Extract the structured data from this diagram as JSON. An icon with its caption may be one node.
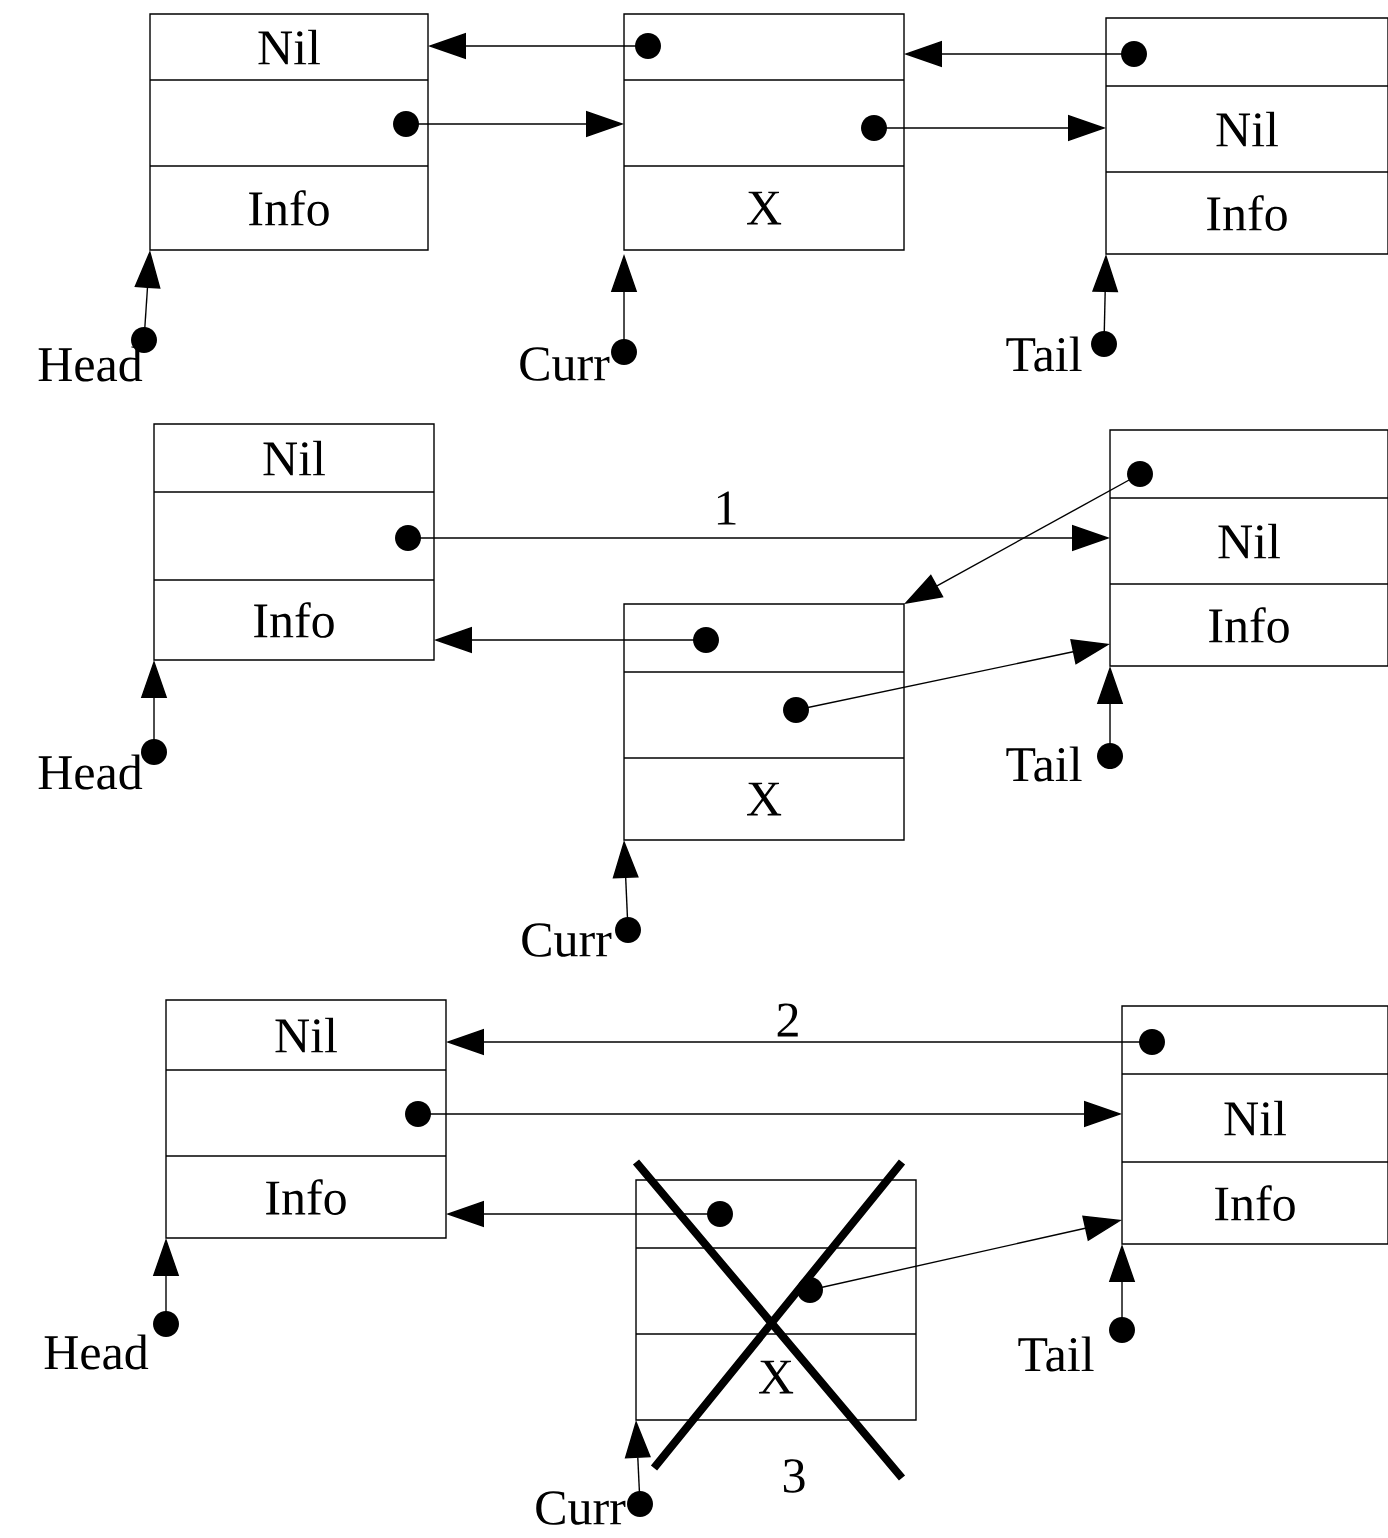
{
  "diagram": {
    "nodes": [
      {
        "text": [
          "Nil",
          "Info"
        ]
      },
      {
        "text": [
          "X"
        ]
      },
      {
        "text": [
          "Nil",
          "Info"
        ]
      },
      {
        "text": [
          "Head"
        ]
      },
      {
        "text": [
          "Curr"
        ]
      },
      {
        "text": [
          "Tail"
        ]
      },
      {
        "text": [
          "Nil",
          "Info"
        ]
      },
      {
        "text": [
          "Nil",
          "Info"
        ]
      },
      {
        "text": [
          "X"
        ]
      },
      {
        "text": [
          "Head"
        ]
      },
      {
        "text": [
          "Tail"
        ]
      },
      {
        "text": [
          "Curr"
        ]
      },
      {
        "text": [
          "Nil",
          "Info"
        ]
      },
      {
        "text": [
          "Nil",
          "Info"
        ]
      },
      {
        "text": [
          "X"
        ],
        "beside": [
          "3"
        ]
      },
      {
        "text": [
          "Head"
        ]
      },
      {
        "text": [
          "Tail"
        ]
      },
      {
        "text": [
          "Curr"
        ]
      }
    ],
    "edges": [
      {
        "from": 1,
        "to": 0,
        "arrow": "to"
      },
      {
        "from": 0,
        "to": 1,
        "arrow": "to"
      },
      {
        "from": 2,
        "to": 1,
        "arrow": "to"
      },
      {
        "from": 1,
        "to": 2,
        "arrow": "to"
      },
      {
        "from": 3,
        "to": 0,
        "arrow": "to"
      },
      {
        "from": 4,
        "to": 1,
        "arrow": "to"
      },
      {
        "from": 5,
        "to": 2,
        "arrow": "to"
      },
      {
        "from": 6,
        "to": 7,
        "arrow": "to",
        "label": "1"
      },
      {
        "from": 7,
        "to": 8,
        "arrow": "to"
      },
      {
        "from": 8,
        "to": 6,
        "arrow": "to"
      },
      {
        "from": 8,
        "to": 7,
        "arrow": "to"
      },
      {
        "from": 9,
        "to": 6,
        "arrow": "to"
      },
      {
        "from": 10,
        "to": 7,
        "arrow": "to"
      },
      {
        "from": 11,
        "to": 8,
        "arrow": "to"
      },
      {
        "from": 13,
        "to": 12,
        "arrow": "to",
        "label": "2"
      },
      {
        "from": 12,
        "to": 13,
        "arrow": "to"
      },
      {
        "from": 14,
        "to": 12,
        "arrow": "to"
      },
      {
        "from": 14,
        "to": 13,
        "arrow": "to"
      },
      {
        "from": 15,
        "to": 12,
        "arrow": "to"
      },
      {
        "from": 16,
        "to": 13,
        "arrow": "to"
      },
      {
        "from": 17,
        "to": 14,
        "arrow": "to"
      }
    ]
  }
}
